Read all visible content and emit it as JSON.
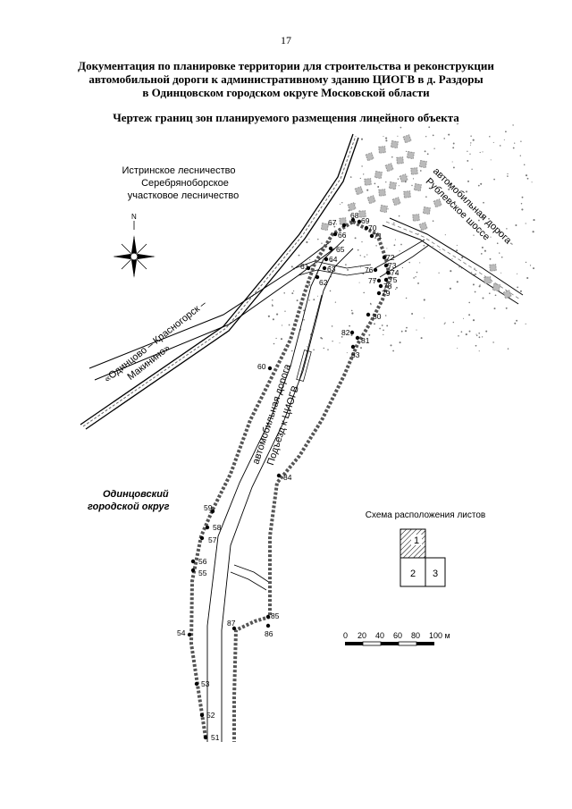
{
  "page_number": "17",
  "title_lines": [
    "Документация по планировке территории для строительства и реконструкции",
    "автомобильной дороги к административному зданию ЦИОГВ в д. Раздоры",
    "в Одинцовском городском округе Московской области"
  ],
  "drawing_title": "Чертеж границ зон планируемого размещения линейного объекта",
  "map_labels": {
    "forestry_lines": [
      "Истринское лесничество",
      "Серебряноборское",
      "участковое лесничество"
    ],
    "railway": "«Одинцово – Красногорск –",
    "railway_2": "Макинино»",
    "highway_1": "автомобильная дорога",
    "highway_2": "Рублевское шоссе",
    "access_road_1": "автомобильная дорога",
    "access_road_2": "Подъезд к ЦИОГВ",
    "district_1": "Одинцовский",
    "district_2": "городской округ",
    "north": "N"
  },
  "sheet_scheme": {
    "title": "Схема расположения листов",
    "sheets": [
      "1",
      "2",
      "3"
    ],
    "current_sheet": "1"
  },
  "scale_bar": {
    "ticks": [
      "0",
      "20",
      "40",
      "60",
      "80",
      "100 м"
    ]
  },
  "boundary_points": [
    "51",
    "52",
    "53",
    "54",
    "55",
    "56",
    "57",
    "58",
    "59",
    "60",
    "61",
    "62",
    "63",
    "64",
    "65",
    "66",
    "67",
    "68",
    "69",
    "70",
    "71",
    "72",
    "73",
    "74",
    "75",
    "76",
    "77",
    "78",
    "79",
    "80",
    "81",
    "82",
    "83",
    "84",
    "85",
    "86",
    "87"
  ]
}
